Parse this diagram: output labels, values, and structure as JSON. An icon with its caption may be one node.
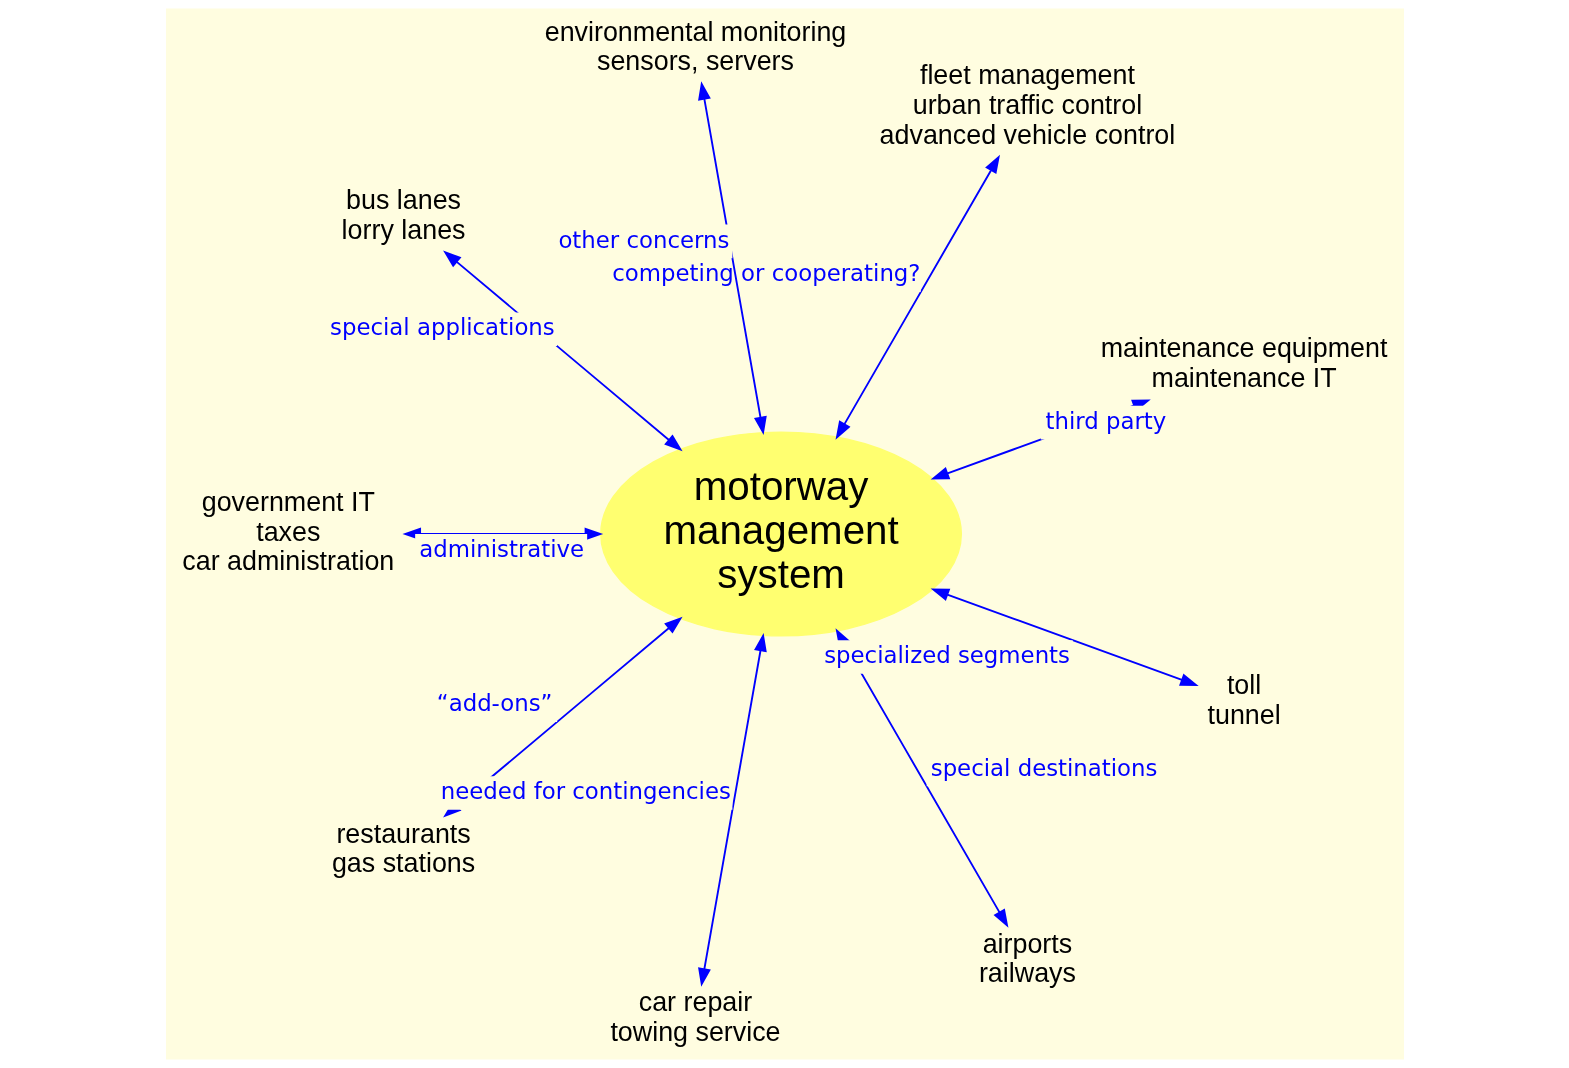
{
  "diagram": {
    "nodes": [
      {
        "text": [
          "maintenance equipment",
          "maintenance IT"
        ]
      },
      {
        "text": [
          "fleet management",
          "urban traffic control",
          "advanced vehicle control"
        ]
      },
      {
        "text": [
          "environmental monitoring",
          "sensors, servers"
        ]
      },
      {
        "text": [
          "bus lanes",
          "lorry lanes"
        ]
      },
      {
        "text": [
          "motorway management system"
        ]
      },
      {
        "text": [
          "government IT",
          "taxes",
          "car administration"
        ]
      },
      {
        "text": [
          "restaurants",
          "gas stations"
        ]
      },
      {
        "text": [
          "car repair",
          "towing service"
        ]
      },
      {
        "text": [
          "airports",
          "railways"
        ]
      },
      {
        "text": [
          "toll",
          "tunnel"
        ]
      }
    ],
    "edges": [
      {
        "from": 4,
        "to": 0,
        "arrow": "both",
        "label": "third party"
      },
      {
        "from": 4,
        "to": 1,
        "arrow": "both",
        "label": "competing or cooperating?"
      },
      {
        "from": 4,
        "to": 2,
        "arrow": "both",
        "label": "other concerns"
      },
      {
        "from": 4,
        "to": 3,
        "arrow": "both",
        "label": "special applications"
      },
      {
        "from": 4,
        "to": 5,
        "arrow": "both",
        "label": "administrative"
      },
      {
        "from": 4,
        "to": 6,
        "arrow": "both",
        "label": "“add-ons”"
      },
      {
        "from": 4,
        "to": 7,
        "arrow": "both",
        "label": "needed for contingencies"
      },
      {
        "from": 4,
        "to": 8,
        "arrow": "both",
        "label": "special destinations"
      },
      {
        "from": 4,
        "to": 9,
        "arrow": "both",
        "label": "specialized segments"
      }
    ]
  }
}
